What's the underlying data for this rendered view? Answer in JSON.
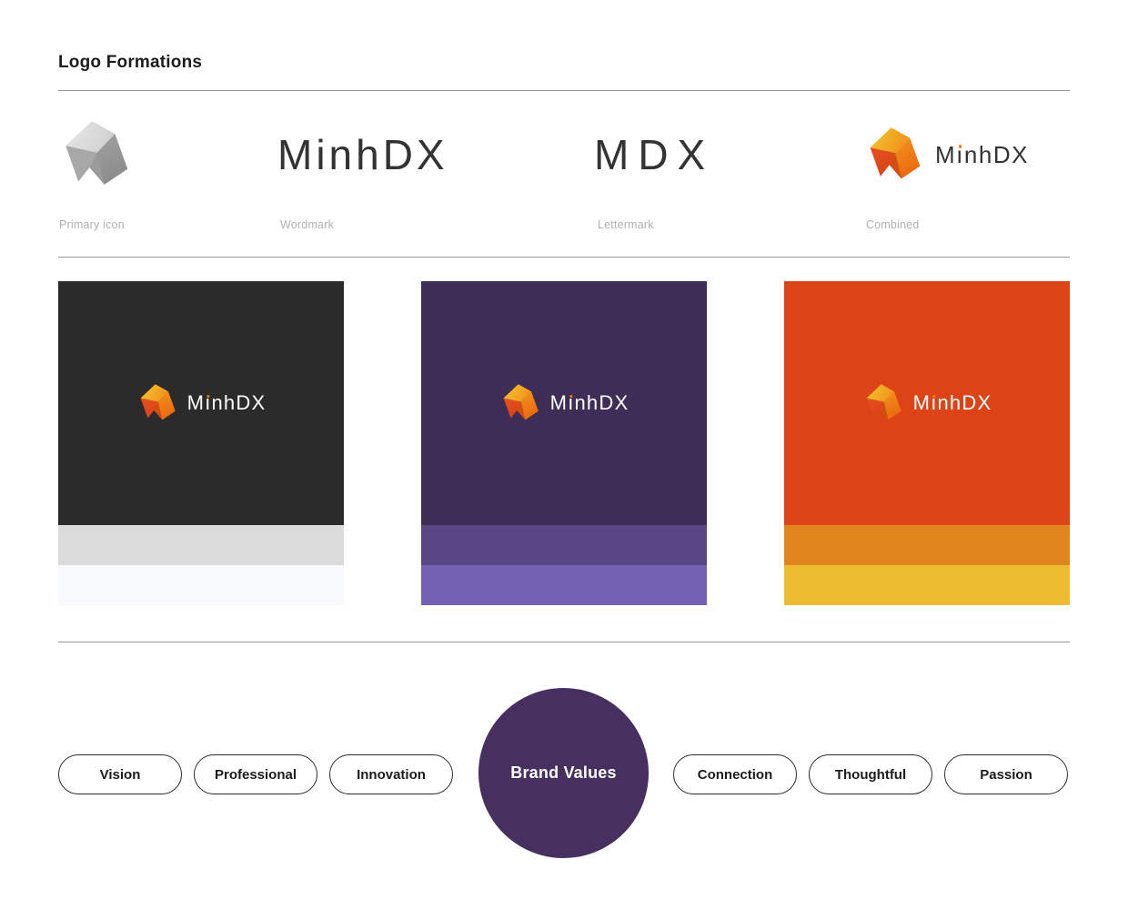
{
  "header": {
    "title": "Logo Formations"
  },
  "brand": {
    "wordmark": "MinhDX",
    "lettermark": "MDX",
    "word_pre": "M",
    "word_i": "ı",
    "word_post": "nhDX",
    "accent_orange": "#ef7d0c"
  },
  "formations": {
    "captions": [
      "Primary icon",
      "Wordmark",
      "Lettermark",
      "Combined"
    ]
  },
  "cards": [
    {
      "name": "charcoal",
      "main": "#2b2b2b",
      "strip1": "#dbdbdb",
      "strip2": "#f8f9fb"
    },
    {
      "name": "purple",
      "main": "#3e2d57",
      "strip1": "#594685",
      "strip2": "#7561b2"
    },
    {
      "name": "orange",
      "main": "#dc4418",
      "strip1": "#e1861f",
      "strip2": "#eebc31"
    }
  ],
  "values": {
    "center_label": "Brand Values",
    "center_color": "#46305f",
    "left": [
      "Vision",
      "Professional",
      "Innovation"
    ],
    "right": [
      "Connection",
      "Thoughtful",
      "Passion"
    ]
  }
}
